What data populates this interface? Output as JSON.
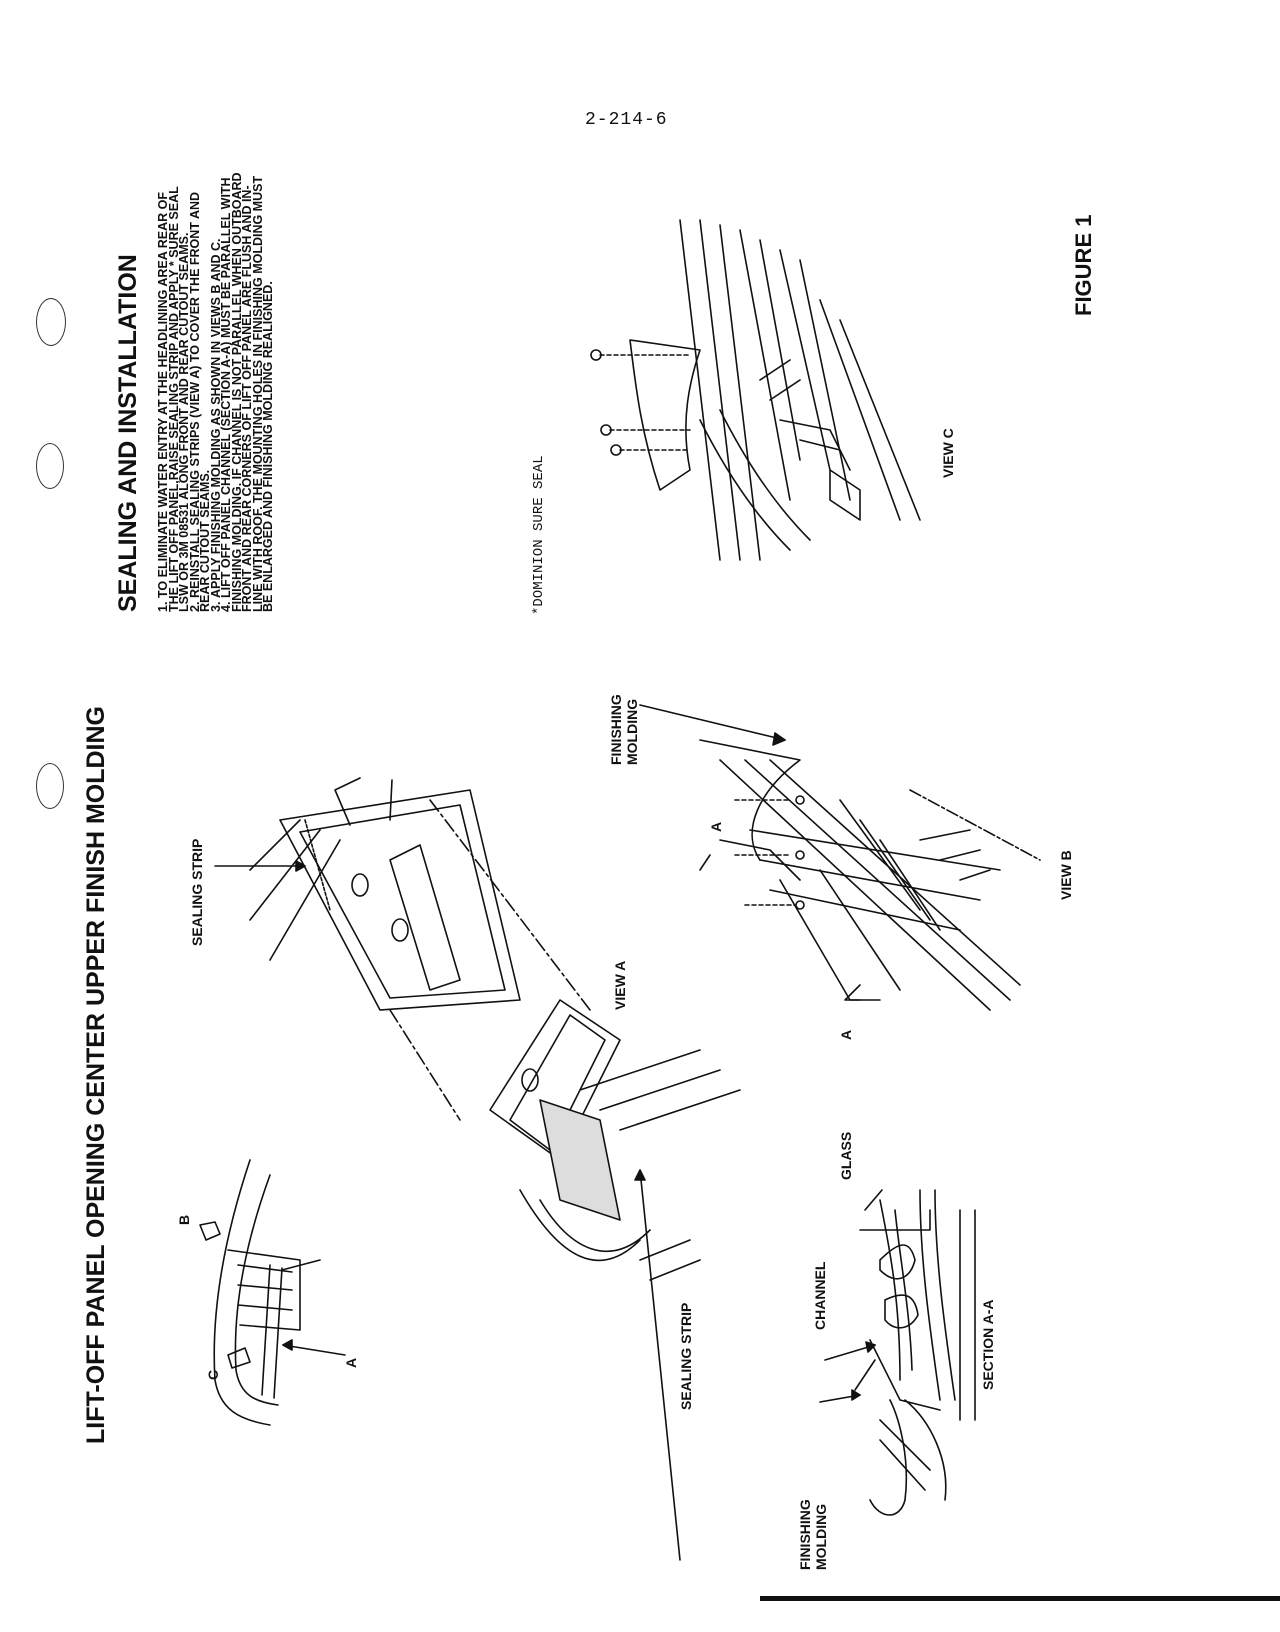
{
  "page_number": "2-214-6",
  "title": "LIFT-OFF PANEL OPENING CENTER UPPER FINISH MOLDING",
  "subtitle": "SEALING AND INSTALLATION",
  "steps": [
    {
      "num": "1.",
      "text": "TO ELIMINATE WATER ENTRY AT THE HEADLINING AREA REAR OF THE LIFT OFF PANEL,RAISE SEALING STRIP AND APPLY * SURE SEAL LSW OR 3M 08531 ALONG FRONT AND REAR CUTOUT SEAMS."
    },
    {
      "num": "2.",
      "text": "REINSTALL SEALING STRIPS (VIEW A) TO COVER THE FRONT AND REAR CUTOUT SEAMS."
    },
    {
      "num": "3.",
      "text": "APPLY FINISHING MOLDING AS SHOWN IN VIEWS B AND C."
    },
    {
      "num": "4.",
      "text": "LIFT OFF PANEL CHANNEL (SECTION A-A) MUST BE PARALLEL WITH FINISHING MOLDING. IF CHANNEL IS NOT PARALLEL WHEN OUTBOARD FRONT AND REAR CORNERS OF LIFT OFF PANEL ARE FLUSH AND IN-LINE WITH ROOF. THE MOUNTING HOLES IN FINISHING MOLDING MUST BE ENLARGED AND FINISHING MOLDING REALIGNED."
    }
  ],
  "footnote": "*DOMINION SURE SEAL",
  "labels": {
    "sealing_strip_top": "SEALING STRIP",
    "sealing_strip_bottom": "SEALING STRIP",
    "view_a": "VIEW A",
    "view_b": "VIEW B",
    "view_c": "VIEW C",
    "finishing_molding_b": "FINISHING MOLDING",
    "finishing_molding_section": "FINISHING MOLDING",
    "channel": "CHANNEL",
    "glass": "GLASS",
    "section_aa": "SECTION A-A",
    "a_overview": "A",
    "b_overview": "B",
    "c_overview": "C",
    "a_view_b_top": "A",
    "a_view_b_bottom": "A",
    "figure": "FIGURE 1"
  }
}
